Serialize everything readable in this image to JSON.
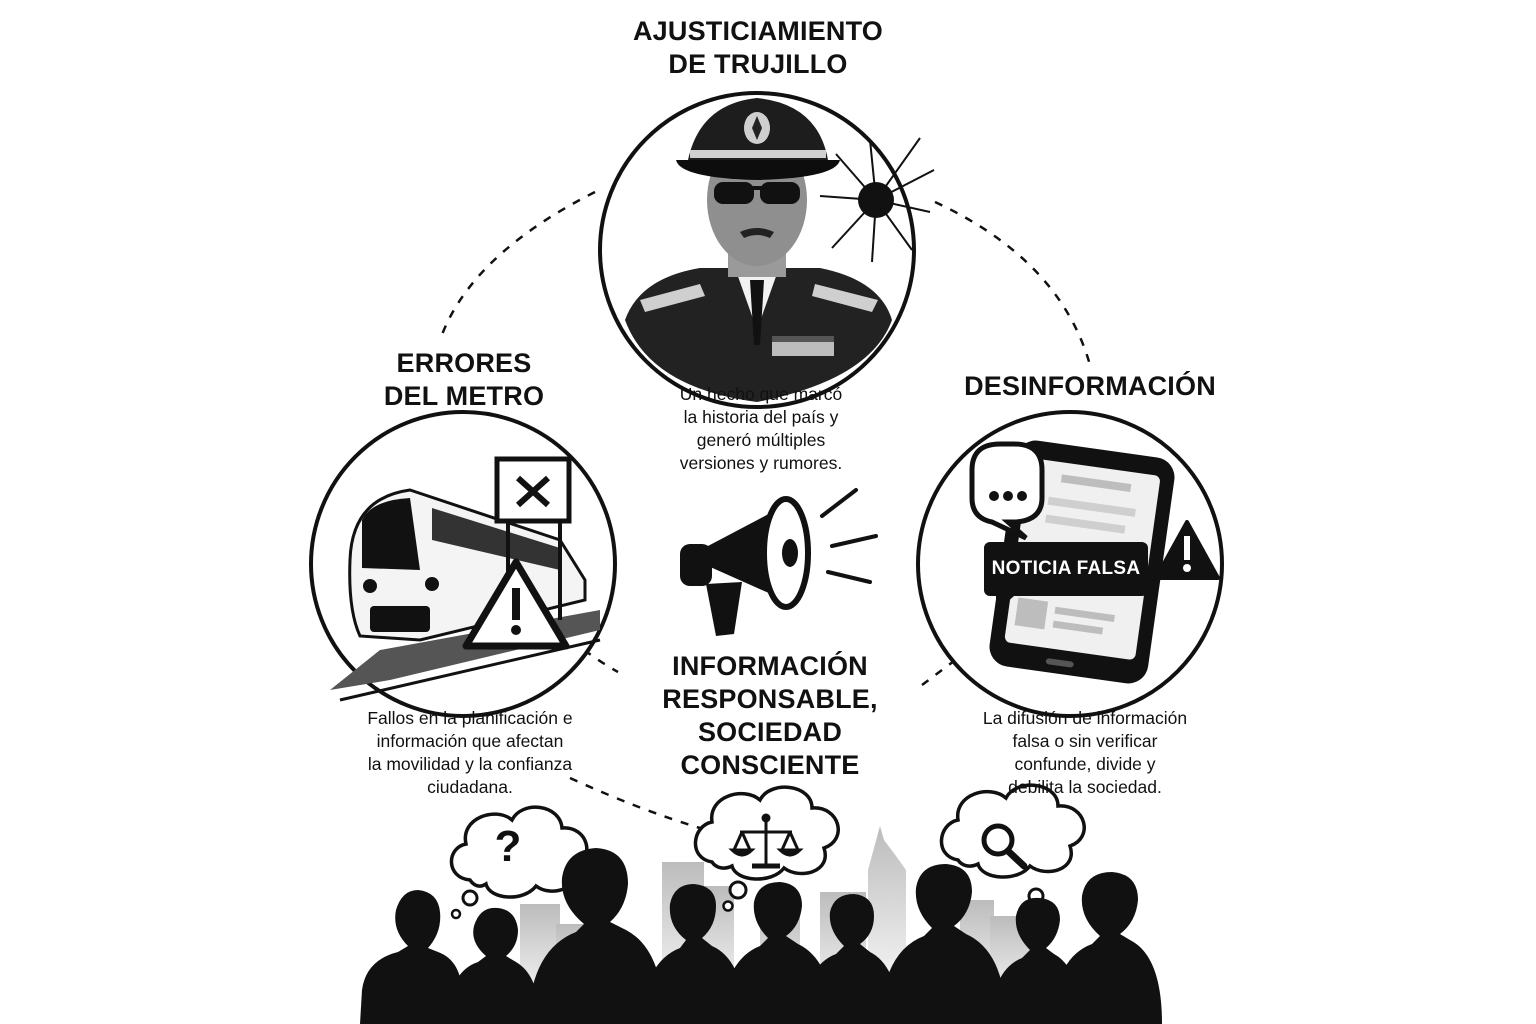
{
  "top": {
    "title": "AJUSTICIAMIENTO\nDE TRUJILLO",
    "description": "Un hecho que marcó\nla historia del país y\ngeneró múltiples\nversiones y rumores."
  },
  "left": {
    "title": "ERRORES\nDEL METRO",
    "description": "Fallos en la planificación e\ninformación que afectan\nla movilidad y la confianza\nciudadana."
  },
  "right": {
    "title": "DESINFORMACIÓN",
    "description": "La difusión de información\nfalsa o sin verificar\nconfunde, divide y\ndebilita la sociedad.",
    "badge": "NOTICIA FALSA"
  },
  "center": {
    "title": "INFORMACIÓN\nRESPONSABLE,\nSOCIEDAD\nCONSCIENTE"
  },
  "thoughts": {
    "left_symbol": "?"
  },
  "colors": {
    "ink": "#111111",
    "paper": "#ffffff",
    "grey": "#8a8a8a",
    "light_grey": "#d9d9d9"
  },
  "icons": [
    "military-officer-icon",
    "bullet-hole-icon",
    "train-icon",
    "close-sign-icon",
    "warning-icon",
    "megaphone-icon",
    "smartphone-icon",
    "chat-bubble-icon",
    "scales-icon",
    "magnifier-icon",
    "crowd-silhouette-icon",
    "city-skyline-icon"
  ]
}
